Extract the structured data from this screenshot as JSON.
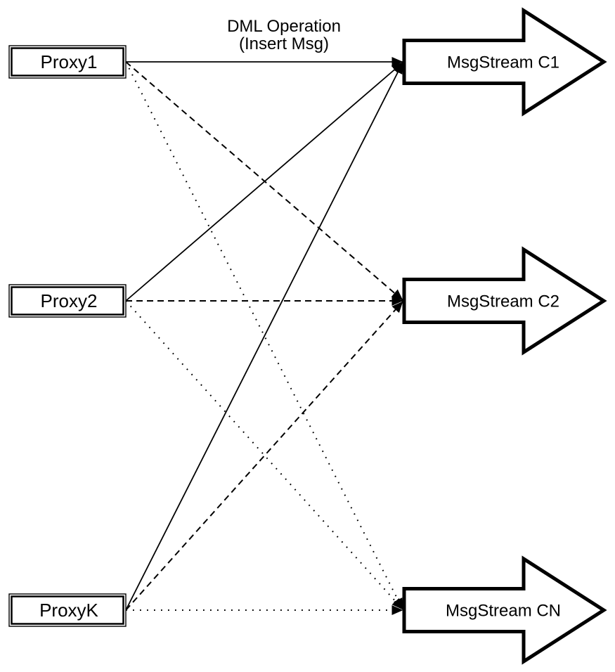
{
  "diagram": {
    "background_color": "#ffffff",
    "stroke_color": "#000000",
    "fill_color": "#ffffff",
    "title": {
      "line1": "DML Operation",
      "line2": "(Insert Msg)"
    },
    "proxies": [
      {
        "id": "proxy1",
        "label": "Proxy1"
      },
      {
        "id": "proxy2",
        "label": "Proxy2"
      },
      {
        "id": "proxyk",
        "label": "ProxyK"
      }
    ],
    "streams": [
      {
        "id": "c1",
        "label": "MsgStream C1"
      },
      {
        "id": "c2",
        "label": "MsgStream C2"
      },
      {
        "id": "cn",
        "label": "MsgStream CN"
      }
    ],
    "connections": [
      {
        "from": "Proxy1",
        "to": "MsgStream C1",
        "style": "solid"
      },
      {
        "from": "Proxy1",
        "to": "MsgStream C2",
        "style": "dashed"
      },
      {
        "from": "Proxy1",
        "to": "MsgStream CN",
        "style": "dotted"
      },
      {
        "from": "Proxy2",
        "to": "MsgStream C1",
        "style": "solid"
      },
      {
        "from": "Proxy2",
        "to": "MsgStream C2",
        "style": "dashed"
      },
      {
        "from": "Proxy2",
        "to": "MsgStream CN",
        "style": "dotted"
      },
      {
        "from": "ProxyK",
        "to": "MsgStream C1",
        "style": "solid"
      },
      {
        "from": "ProxyK",
        "to": "MsgStream C2",
        "style": "dashed"
      },
      {
        "from": "ProxyK",
        "to": "MsgStream CN",
        "style": "dotted"
      }
    ]
  }
}
